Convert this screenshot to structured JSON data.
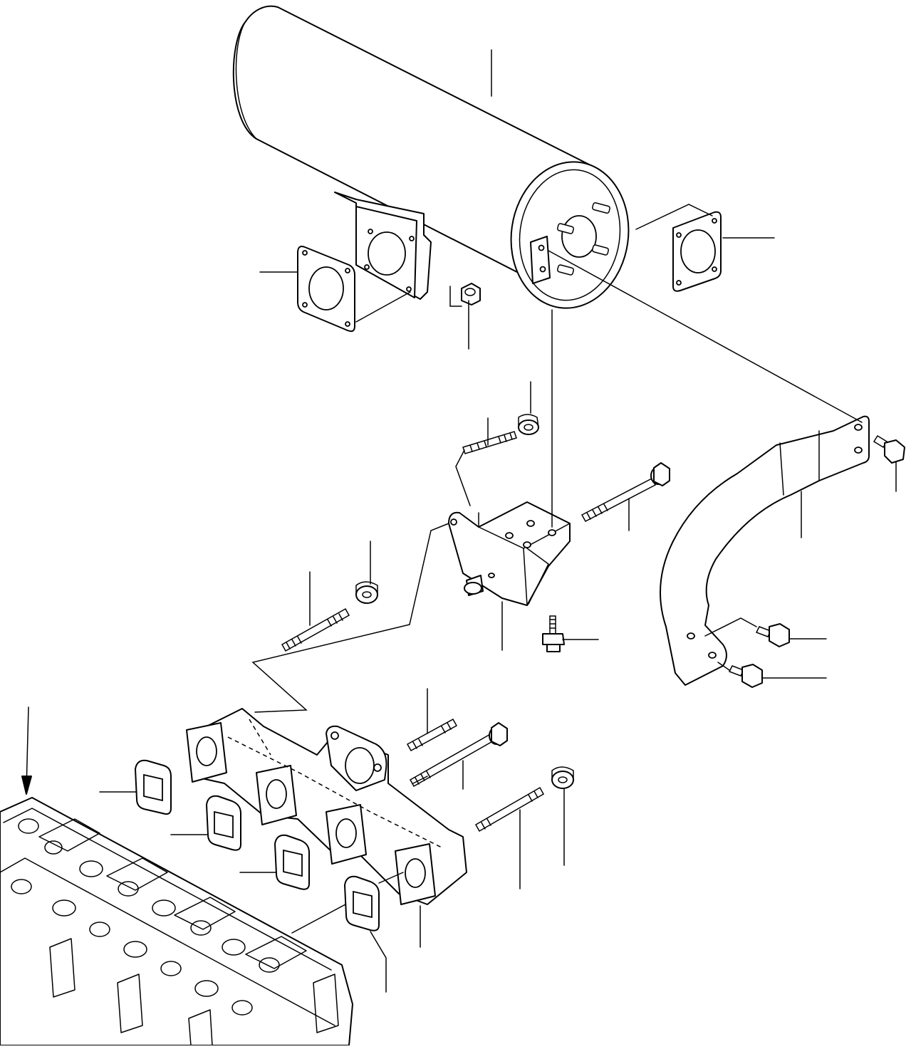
{
  "diagram": {
    "parts": [
      "muffler",
      "muffler-inlet-gasket",
      "muffler-outlet-gasket",
      "muffler-nut",
      "muffler-bracket",
      "bracket-stud",
      "bracket-nut",
      "bracket-bolt-long",
      "bracket-flange-bolt",
      "support-stay",
      "stay-bolt-top",
      "stay-bolt-middle",
      "stay-bolt-lower",
      "exhaust-manifold",
      "manifold-gasket",
      "manifold-stud",
      "manifold-bolt",
      "manifold-nut",
      "cylinder-head"
    ],
    "colors": {
      "line": "#000000",
      "background": "#ffffff"
    }
  }
}
